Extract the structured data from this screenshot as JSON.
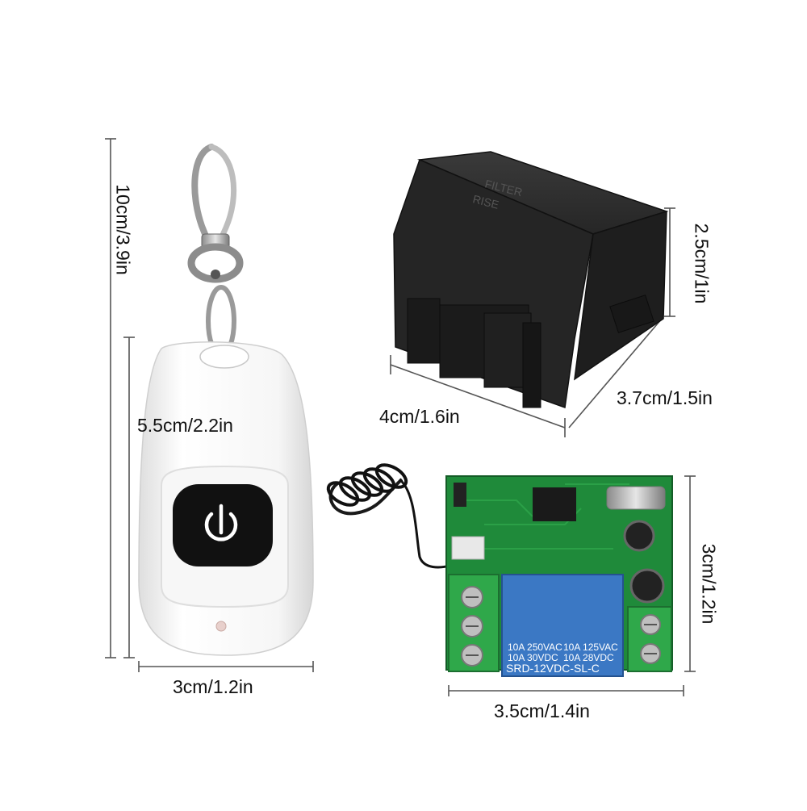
{
  "dimensions": {
    "remote_total_height": "10cm/3.9in",
    "remote_body_height": "5.5cm/2.2in",
    "remote_width": "3cm/1.2in",
    "case_height": "2.5cm/1in",
    "case_length": "4cm/1.6in",
    "case_depth": "3.7cm/1.5in",
    "board_height": "3cm/1.2in",
    "board_width": "3.5cm/1.4in"
  },
  "case_markings": {
    "line1": "FILTER",
    "line2": "RISE"
  },
  "relay_markings": {
    "line1_left": "10A 250VAC",
    "line1_right": "10A 125VAC",
    "line2_left": "10A  30VDC",
    "line2_right": "10A  28VDC",
    "model": "SRD-12VDC-SL-C"
  },
  "colors": {
    "remote_body": "#f4f4f4",
    "remote_button": "#111111",
    "case": "#2a2a2a",
    "pcb": "#1f8a3a",
    "relay": "#3b78c4",
    "terminal": "#2fa84a"
  }
}
